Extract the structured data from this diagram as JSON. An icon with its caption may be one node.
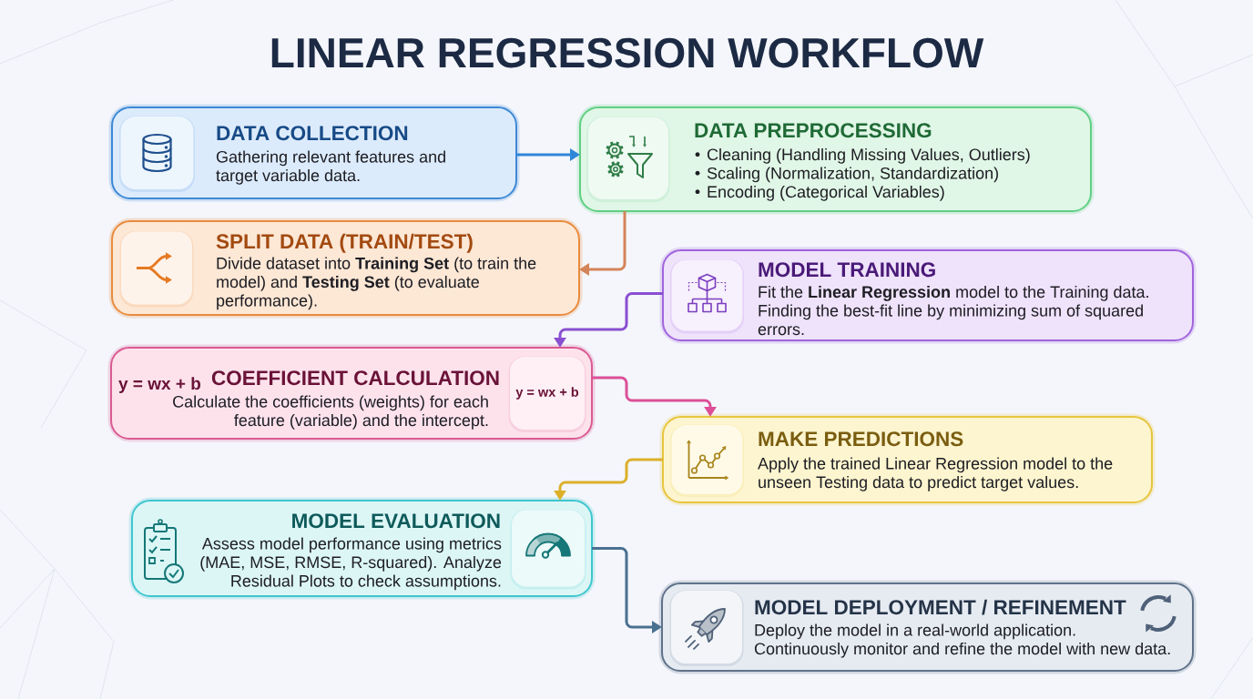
{
  "diagram": {
    "title": "LINEAR REGRESSION WORKFLOW",
    "nodes": [
      {
        "text": [
          "DATA COLLECTION",
          "Gathering relevant features and target variable data."
        ]
      },
      {
        "text": [
          "DATA PREPROCESSING",
          "Cleaning (Handling Missing Values, Outliers)",
          "Scaling (Normalization, Standardization)",
          "Encoding (Categorical Variables)"
        ]
      },
      {
        "text": [
          "SPLIT DATA (TRAIN/TEST)",
          "Divide dataset into **Training Set** (to train the model) and **Testing Set** (to evaluate performance)."
        ]
      },
      {
        "text": [
          "MODEL TRAINING",
          "Fit the **Linear Regression** model to the Training data. Finding the best-fit line by minimizing sum of squared errors."
        ]
      },
      {
        "text": [
          "y = wx + b",
          "COEFFICIENT CALCULATION",
          "Calculate the coefficients (weights) for each feature (variable) and the intercept."
        ]
      },
      {
        "text": [
          "y = wx + b"
        ],
        "in": 4
      },
      {
        "text": [
          "MAKE PREDICTIONS",
          "Apply the trained Linear Regression model to the unseen Testing data to predict target values."
        ]
      },
      {
        "text": [
          "MODEL EVALUATION",
          "Assess model performance using metrics (MAE, MSE, RMSE, R-squared). Analyze Residual Plots to check assumptions."
        ]
      },
      {
        "text": [
          "MODEL DEPLOYMENT / REFINEMENT",
          "Deploy the model in a real-world application.",
          "Continuously monitor and refine the model with new data."
        ]
      }
    ],
    "edges": [
      {
        "from": 0,
        "to": 1,
        "arrow": "to",
        "color": "#2f86d9"
      },
      {
        "from": 1,
        "to": 2,
        "arrow": "to",
        "color": "#d4845a"
      },
      {
        "from": 3,
        "to": 4,
        "arrow": "to",
        "color": "#8a4fd0"
      },
      {
        "from": 4,
        "to": 6,
        "arrow": "to",
        "color": "#dc4f97"
      },
      {
        "from": 6,
        "to": 7,
        "arrow": "to",
        "color": "#dcb02a"
      },
      {
        "from": 7,
        "to": 8,
        "arrow": "to",
        "color": "#4a7090"
      }
    ]
  }
}
